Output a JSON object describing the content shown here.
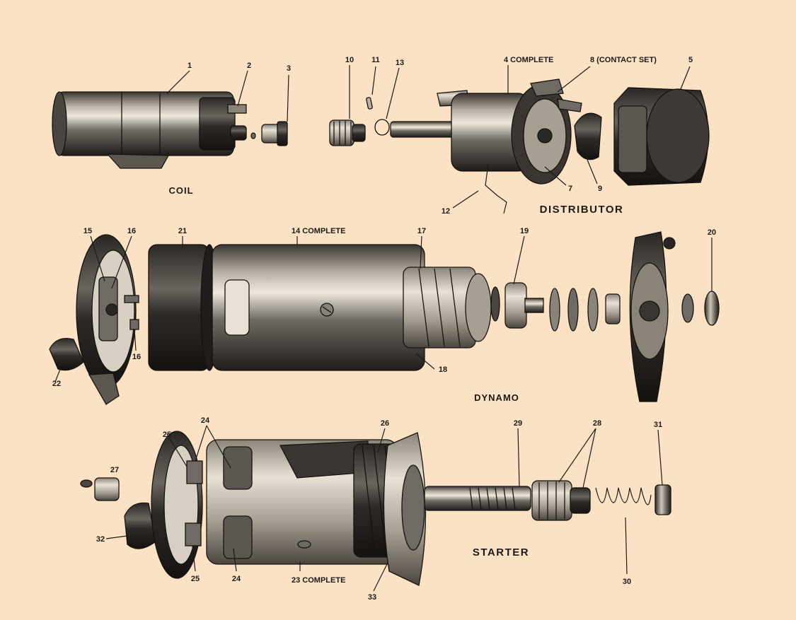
{
  "colors": {
    "background": "#fce2c4",
    "ink": "#1c1a17",
    "metal_dark": "#2b2724",
    "metal_mid": "#6f6a63",
    "metal_light": "#d7d0c3"
  },
  "sections": {
    "coil": "COIL",
    "distributor": "DISTRIBUTOR",
    "dynamo": "DYNAMO",
    "starter": "STARTER"
  },
  "callouts": {
    "p1": "1",
    "p2": "2",
    "p3": "3",
    "p10": "10",
    "p11": "11",
    "p13": "13",
    "p4": "4 COMPLETE",
    "p8": "8 (CONTACT SET)",
    "p5": "5",
    "p7": "7",
    "p9": "9",
    "p12": "12",
    "p15": "15",
    "p16": "16",
    "p21": "21",
    "p14": "14 COMPLETE",
    "p17": "17",
    "p19": "19",
    "p20": "20",
    "p16b": "16",
    "p22": "22",
    "p18": "18",
    "p24": "24",
    "p25": "25",
    "p26": "26",
    "p27": "27",
    "p29": "29",
    "p28": "28",
    "p31": "31",
    "p32": "32",
    "p25b": "25",
    "p24b": "24",
    "p23": "23 COMPLETE",
    "p33": "33",
    "p30": "30"
  }
}
